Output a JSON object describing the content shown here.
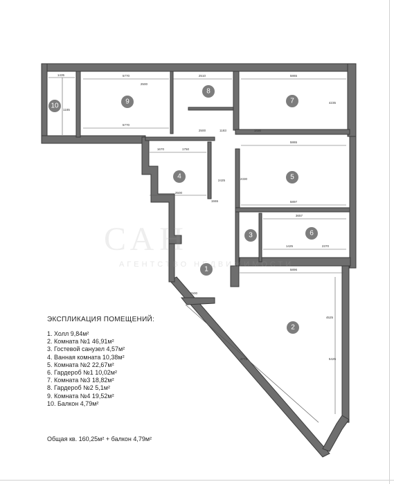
{
  "plan": {
    "legend_title": "ЭКСПЛИКАЦИЯ ПОМЕЩЕНИЙ:",
    "legend_items": [
      "1. Холл  9,84м²",
      "2. Комната  №1 46,91м²",
      "3. Гостевой  санузел 4,57м²",
      "4. Ванная  комната  10,38м²",
      "5. Комната №2 22,67м²",
      "6. Гардероб №1  10,02м²",
      "7. Комната №3  18,82м²",
      "8. Гардероб №2  5,1м²",
      "9. Комната №4  19,52м²",
      "10. Балкон  4,79м²"
    ],
    "total": "Общая   кв. 160,25м² +  балкон  4,79м²",
    "room_numbers": [
      "1",
      "2",
      "3",
      "4",
      "5",
      "6",
      "7",
      "8",
      "9",
      "10"
    ],
    "dimensions": [
      "1435",
      "5770",
      "5770",
      "2510",
      "2500",
      "5865",
      "5865",
      "1670",
      "1750",
      "2500",
      "5897",
      "3657",
      "2370",
      "1425",
      "5896",
      "1183",
      "1430",
      "2500",
      "4235",
      "1185",
      "1555",
      "2330",
      "2425",
      "1500",
      "4525",
      "5425",
      "3772"
    ]
  },
  "watermark": {
    "main": "САН",
    "sub": "АГЕНТСТВО НЕДВИЖИМОСТИ"
  },
  "colors": {
    "wall": "#6e6e6e",
    "room_badge": "#7d7d7d",
    "background": "#ffffff"
  }
}
